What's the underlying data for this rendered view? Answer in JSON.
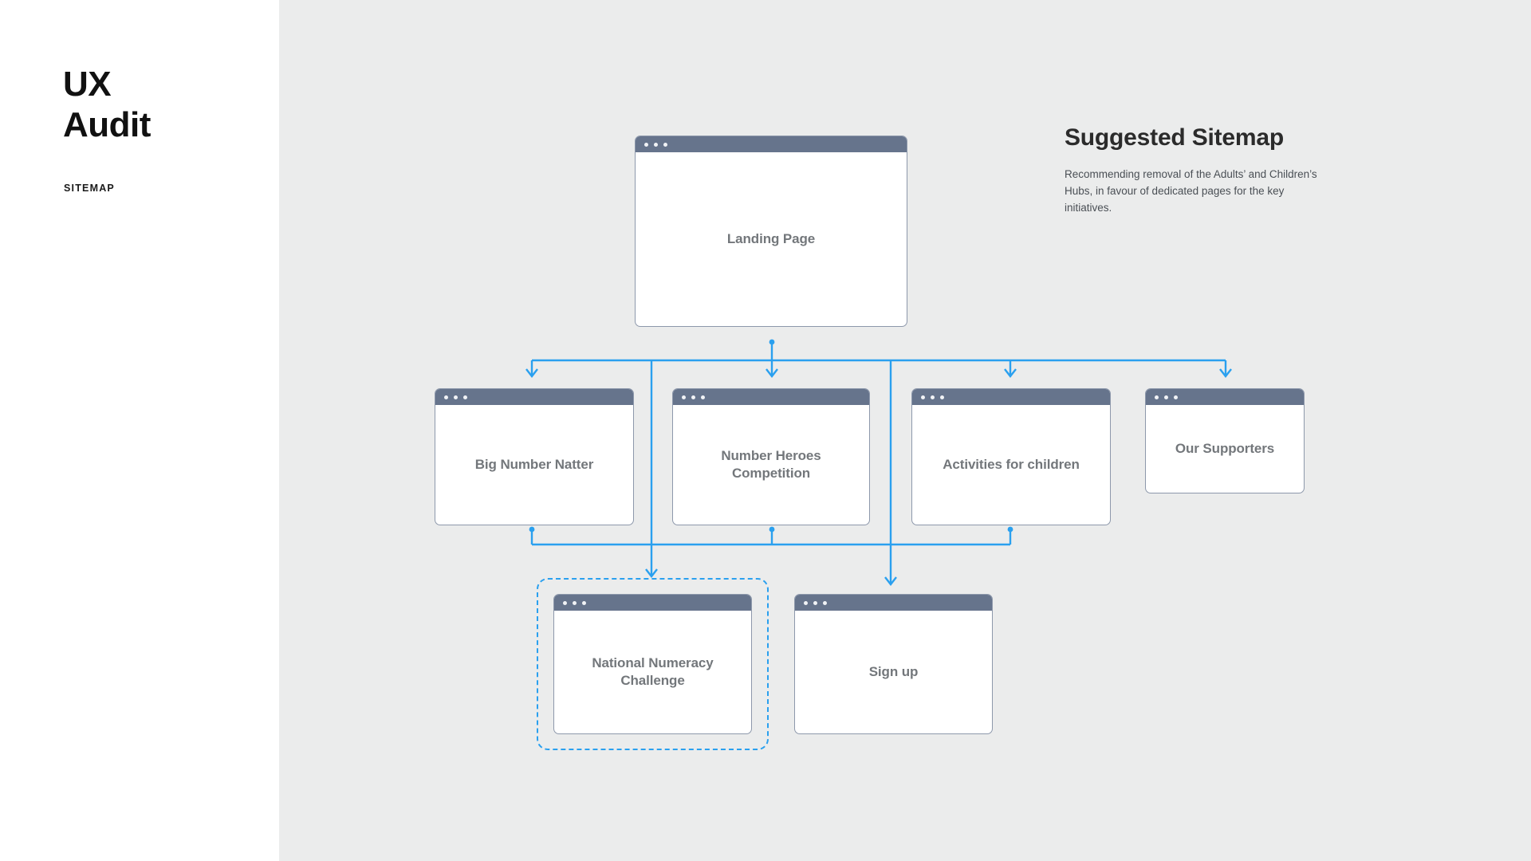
{
  "left_panel": {
    "title_line1": "UX",
    "title_line2": "Audit",
    "subtitle": "SITEMAP"
  },
  "header": {
    "title": "Suggested Sitemap",
    "description": "Recommending removal of the Adults’ and Children’s Hubs, in favour of dedicated pages for the key initiatives."
  },
  "colors": {
    "canvas_background": "#EBECEC",
    "panel_background": "#FFFFFF",
    "card_titlebar": "#66748C",
    "card_border": "#8D98AB",
    "card_label": "#73777B",
    "connector_blue": "#2AA0EF",
    "highlight_dashed": "#2AA0EF",
    "heading_text": "#2B2B2B",
    "description_text": "#4A4F55"
  },
  "sitemap": {
    "levels": [
      {
        "level": 1,
        "nodes": [
          {
            "id": "landing",
            "label": "Landing Page",
            "highlighted": false
          }
        ]
      },
      {
        "level": 2,
        "nodes": [
          {
            "id": "big-number-natter",
            "label": "Big Number Natter",
            "highlighted": false
          },
          {
            "id": "number-heroes-competition",
            "label": "Number Heroes Competition",
            "highlighted": false
          },
          {
            "id": "activities-for-children",
            "label": "Activities for children",
            "highlighted": false
          },
          {
            "id": "our-supporters",
            "label": "Our Supporters",
            "highlighted": false
          }
        ]
      },
      {
        "level": 3,
        "nodes": [
          {
            "id": "national-numeracy-challenge",
            "label": "National Numeracy Challenge",
            "highlighted": true
          },
          {
            "id": "sign-up",
            "label": "Sign up",
            "highlighted": false
          }
        ]
      }
    ],
    "window_dots_count": 3
  }
}
